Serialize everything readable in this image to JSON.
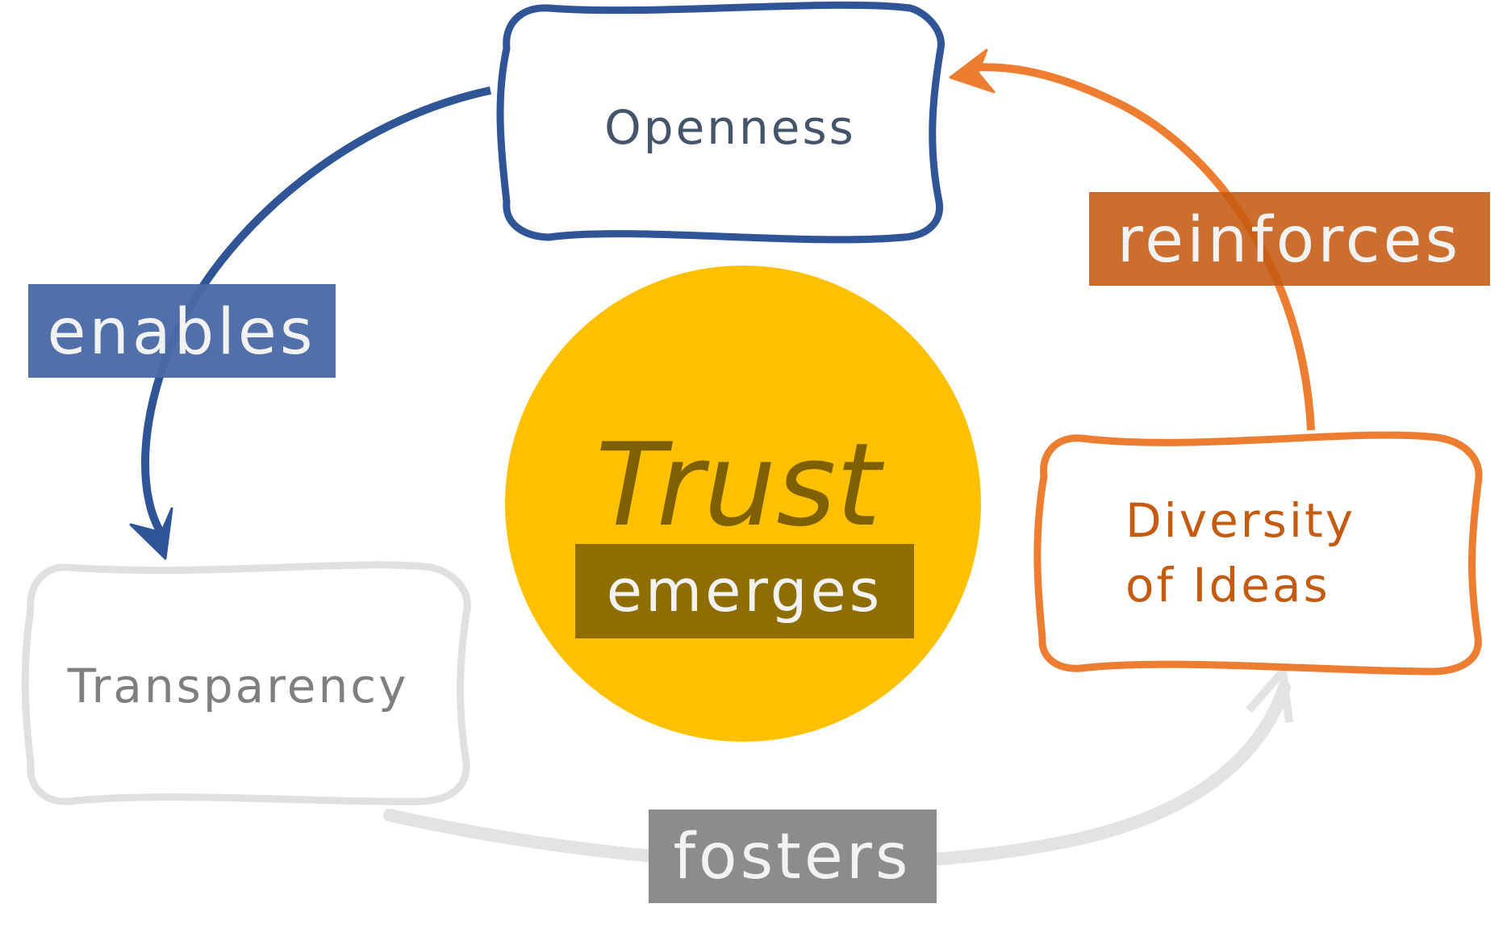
{
  "diagram": {
    "center": {
      "title": "Trust",
      "label": "emerges",
      "circle_color": "#ffc000",
      "title_color": "#7f6000",
      "label_box_color": "#8f6d00",
      "label_text_color": "#f2f2f2"
    },
    "nodes": {
      "openness": {
        "label": "Openness",
        "border_color": "#2f5597",
        "text_color": "#44546a"
      },
      "diversity": {
        "line1": "Diversity",
        "line2": "of Ideas",
        "border_color": "#ed7d31",
        "text_color": "#c55a11"
      },
      "transparency": {
        "label": "Transparency",
        "border_color": "#e0e0e0",
        "text_color": "#7f7f7f"
      }
    },
    "edges": {
      "enables": {
        "label": "enables",
        "from": "Openness",
        "to": "Transparency",
        "color": "#2f5597",
        "label_box_color": "#4a6aa5"
      },
      "fosters": {
        "label": "fosters",
        "from": "Transparency",
        "to": "Diversity of Ideas",
        "color": "#e3e3e3",
        "label_box_color": "#8c8c8c"
      },
      "reinforces": {
        "label": "reinforces",
        "from": "Diversity of Ideas",
        "to": "Openness",
        "color": "#ed7d31",
        "label_box_color": "#c55a11"
      }
    }
  }
}
